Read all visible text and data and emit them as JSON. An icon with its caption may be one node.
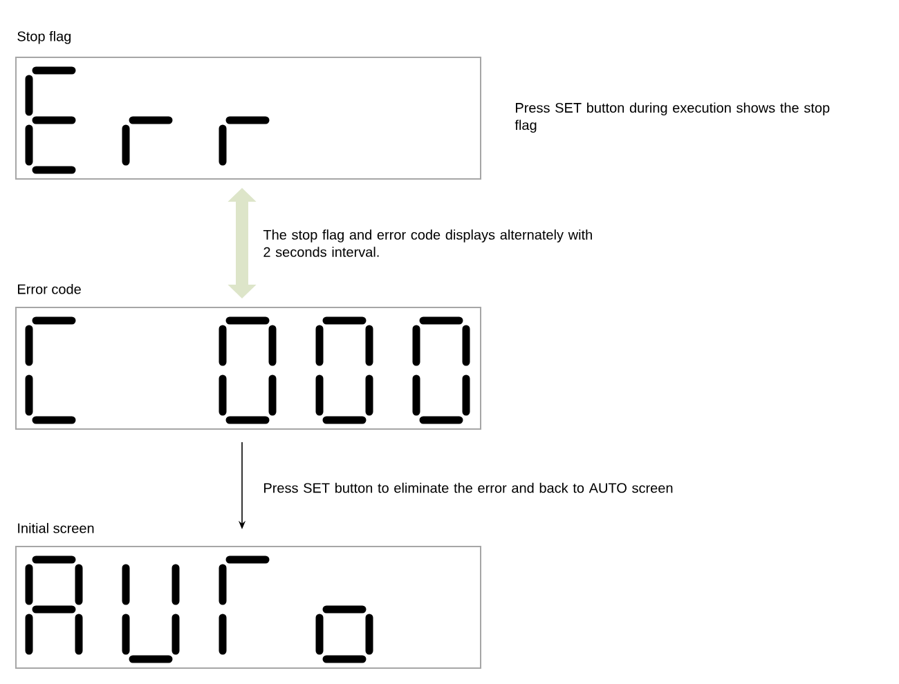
{
  "diagram": {
    "nodes": [
      {
        "text": [
          "Stop flag"
        ],
        "beside": [
          "Press SET button during execution shows the stop flag"
        ]
      },
      {
        "text": [
          "Error code"
        ]
      },
      {
        "text": [
          "Initial screen"
        ]
      }
    ],
    "edges": [
      {
        "from": 0,
        "to": 1,
        "arrow": "both",
        "style": "thick",
        "color": "#dde5c9",
        "label": "The stop flag and error code displays alternately with 2 seconds interval."
      },
      {
        "from": 1,
        "to": 2,
        "arrow": "to",
        "color": "#000000",
        "label": "Press SET button to eliminate the error and back to AUTO screen"
      }
    ]
  }
}
